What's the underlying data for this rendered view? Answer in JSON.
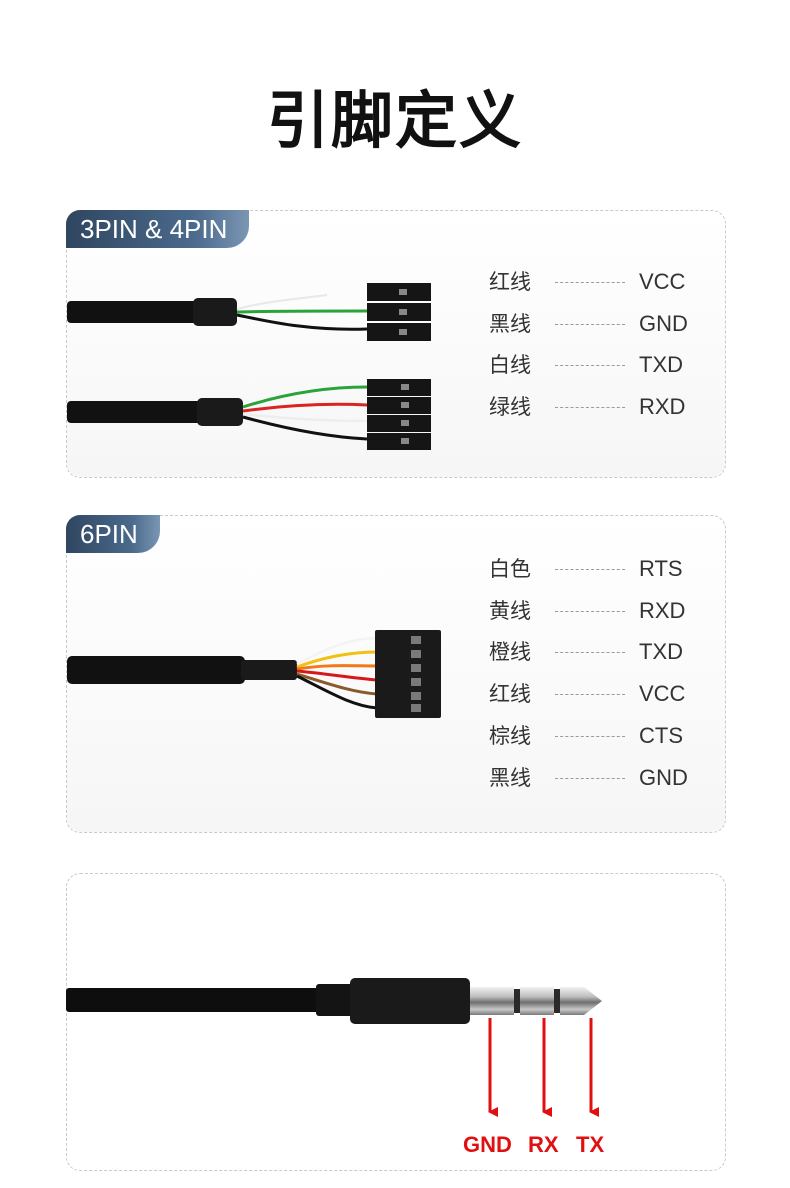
{
  "title": "引脚定义",
  "panel1": {
    "tag": "3PIN & 4PIN",
    "pins": [
      {
        "wire": "红线",
        "signal": "VCC"
      },
      {
        "wire": "黑线",
        "signal": "GND"
      },
      {
        "wire": "白线",
        "signal": "TXD"
      },
      {
        "wire": "绿线",
        "signal": "RXD"
      }
    ]
  },
  "panel2": {
    "tag": "6PIN",
    "pins": [
      {
        "wire": "白色",
        "signal": "RTS"
      },
      {
        "wire": "黄线",
        "signal": "RXD"
      },
      {
        "wire": "橙线",
        "signal": "TXD"
      },
      {
        "wire": "红线",
        "signal": "VCC"
      },
      {
        "wire": "棕线",
        "signal": "CTS"
      },
      {
        "wire": "黑线",
        "signal": "GND"
      }
    ]
  },
  "panel3": {
    "jack_labels": [
      "GND",
      "RX",
      "TX"
    ]
  },
  "colors": {
    "label_red": "#e01010",
    "tag_dark": "#2f4660"
  }
}
